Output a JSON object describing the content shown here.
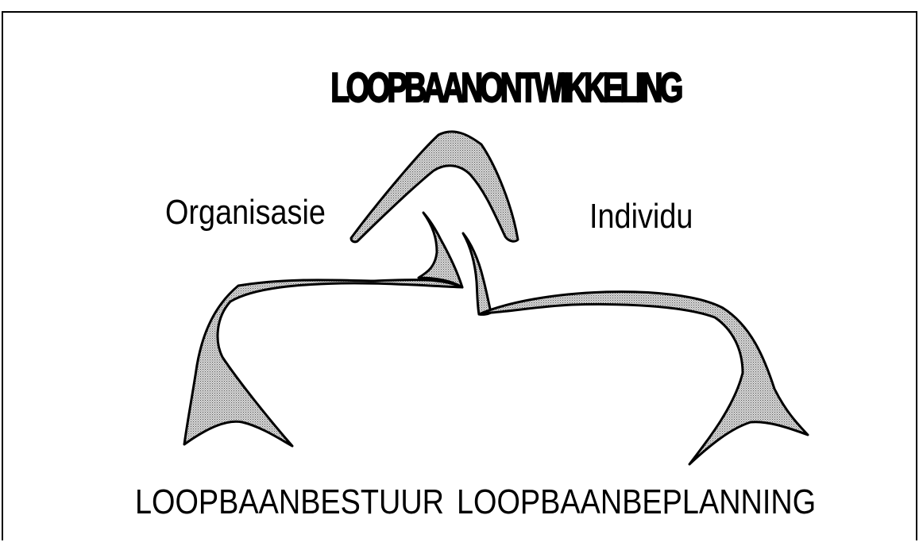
{
  "diagram": {
    "title": "LOOPBAANONTWIKKELING",
    "left_label": "Organisasie",
    "right_label": "Individu",
    "bottom_left_label": "LOOPBAANBESTUUR",
    "bottom_right_label": "LOOPBAANBEPLANNING"
  },
  "colors": {
    "shape_fill": "#b9b9b9",
    "outline": "#000000",
    "background": "#ffffff"
  }
}
